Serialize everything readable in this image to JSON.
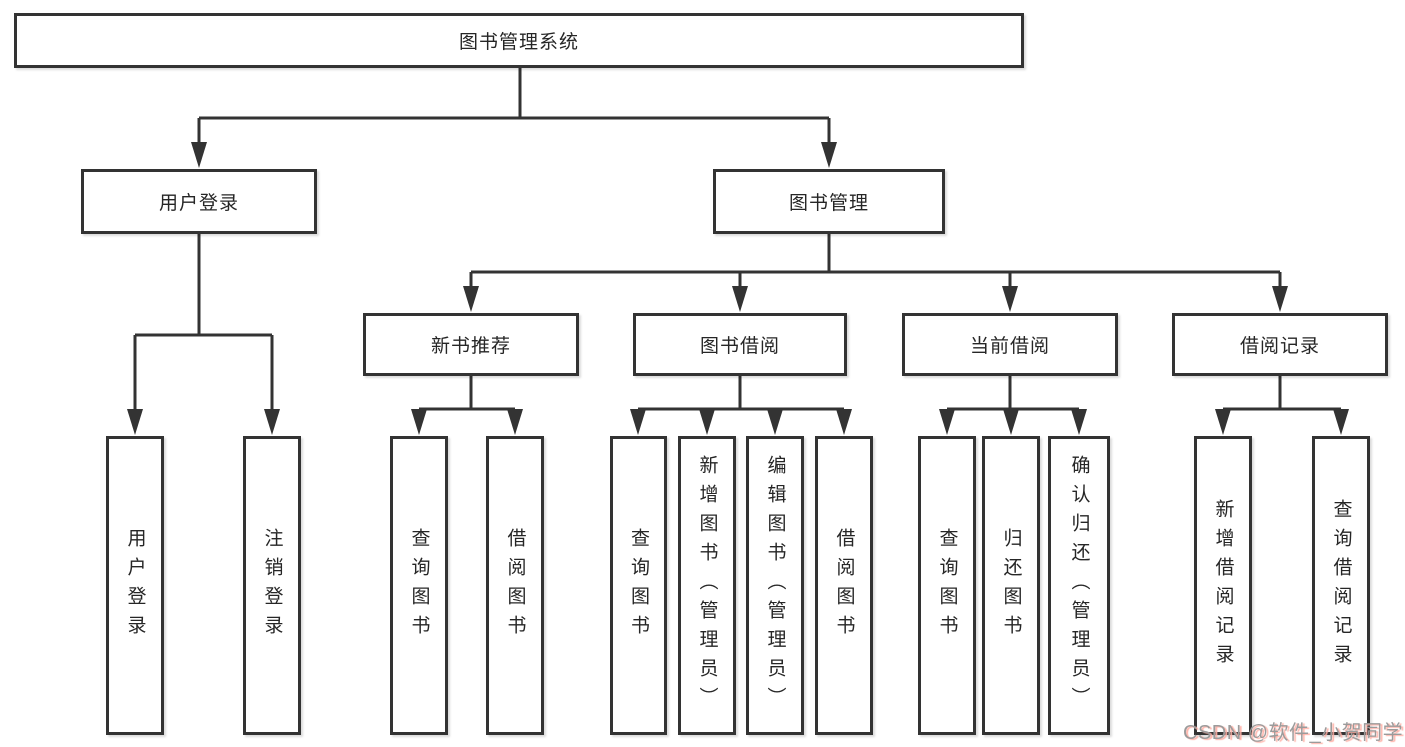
{
  "colors": {
    "line": "#333333",
    "text": "#262626",
    "box_bg": "#ffffff",
    "watermark": "#9b9b9b",
    "watermark_shadow": "#ffb0a6"
  },
  "watermark": {
    "text": "CSDN @软件_小贺同学"
  },
  "tree": {
    "root": {
      "label": "图书管理系统",
      "children": [
        {
          "label": "用户登录",
          "children": [
            {
              "label": "用户登录"
            },
            {
              "label": "注销登录"
            }
          ]
        },
        {
          "label": "图书管理",
          "children": [
            {
              "label": "新书推荐",
              "children": [
                {
                  "label": "查询图书"
                },
                {
                  "label": "借阅图书"
                }
              ]
            },
            {
              "label": "图书借阅",
              "children": [
                {
                  "label": "查询图书"
                },
                {
                  "label": "新增图书（管理员）"
                },
                {
                  "label": "编辑图书（管理员）"
                },
                {
                  "label": "借阅图书"
                }
              ]
            },
            {
              "label": "当前借阅",
              "children": [
                {
                  "label": "查询图书"
                },
                {
                  "label": "归还图书"
                },
                {
                  "label": "确认归还（管理员）"
                }
              ]
            },
            {
              "label": "借阅记录",
              "children": [
                {
                  "label": "新增借阅记录"
                },
                {
                  "label": "查询借阅记录"
                }
              ]
            }
          ]
        }
      ]
    }
  }
}
